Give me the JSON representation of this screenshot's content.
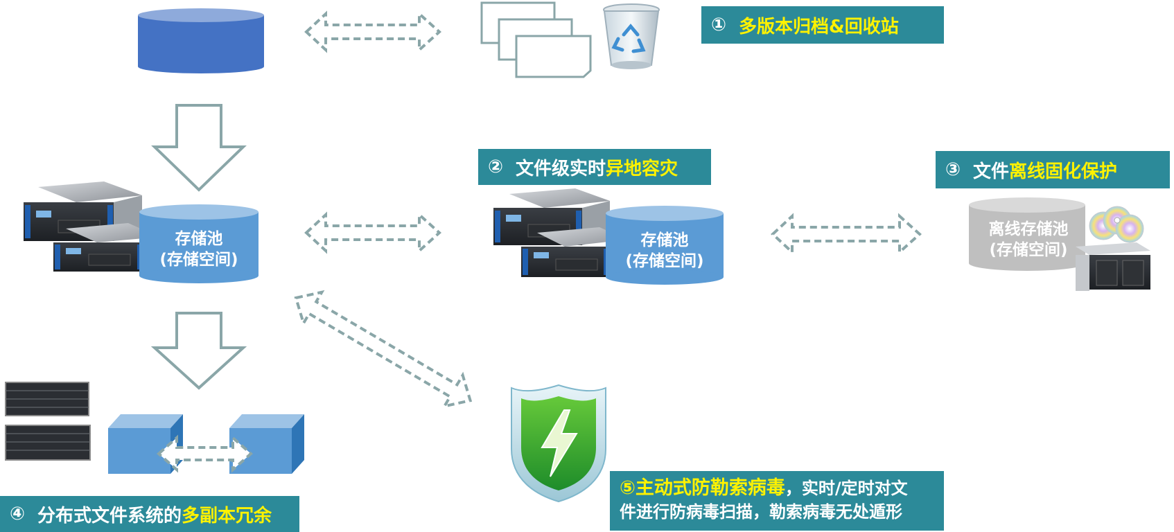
{
  "banners": {
    "b1": {
      "num": "①",
      "text_hl": "多版本归档&回收站"
    },
    "b2": {
      "num": "②",
      "text": "文件级实时",
      "text_hl": "异地容灾"
    },
    "b3": {
      "num": "③",
      "text": "文件",
      "text_hl": "离线固化保护"
    },
    "b4": {
      "num": "④",
      "text": "分布式文件系统的",
      "text_hl": "多副本冗余"
    },
    "b5": {
      "num_hl": "⑤主动式防勒索病毒",
      "line1": "，实时/定时对文",
      "line2": "件进行防病毒扫描，勒索病毒无处遁形"
    }
  },
  "pools": {
    "left": {
      "line1": "存储池",
      "line2": "(存储空间)"
    },
    "middle": {
      "line1": "存储池",
      "line2": "(存储空间)"
    },
    "offline": {
      "line1": "离线存储池",
      "line2": "(存储空间)"
    }
  },
  "colors": {
    "banner_bg": "#2c8a99",
    "highlight": "#fff200",
    "pool_blue": "#5b9bd5",
    "db_blue": "#4472c4",
    "arrow_gray": "#8aa6a8",
    "offline_gray": "#bfbfbf",
    "shield_green": "#3faa2e"
  },
  "icons": [
    "database-icon",
    "documents-icon",
    "recycle-bin-icon",
    "server-icon",
    "tape-library-icon",
    "cd-discs-icon",
    "shield-icon",
    "disk-array-icon",
    "storage-node-icon"
  ]
}
